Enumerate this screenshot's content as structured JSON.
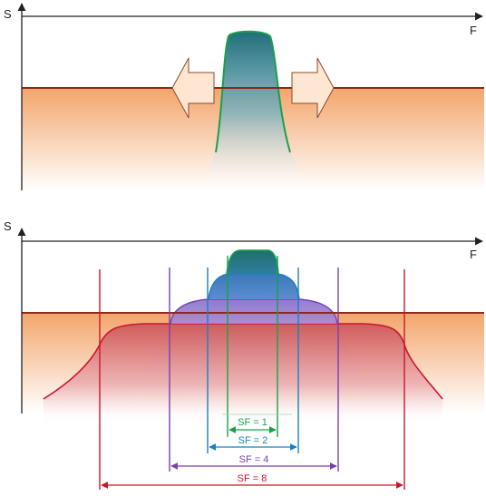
{
  "panel_top": {
    "y_axis_label": "S",
    "x_axis_label": "F"
  },
  "panel_bottom": {
    "y_axis_label": "S",
    "x_axis_label": "F",
    "spreading_factors": [
      {
        "label": "SF = 1",
        "color": "#1aa04a"
      },
      {
        "label": "SF = 2",
        "color": "#1a7fc0"
      },
      {
        "label": "SF = 4",
        "color": "#7a3fb0"
      },
      {
        "label": "SF = 8",
        "color": "#c8182a"
      }
    ]
  },
  "colors": {
    "noise_floor_line": "#8b2a1a",
    "noise_fill_top": "#f2a56b",
    "axis": "#222222",
    "arrow_fill": "#fde6d2",
    "arrow_stroke": "#8b4a2a",
    "sf1_fill": "#1f6e7a",
    "sf2_fill": "#3a72b5",
    "sf4_fill": "#7a5cc0",
    "sf8_fill": "#d05c5c"
  }
}
